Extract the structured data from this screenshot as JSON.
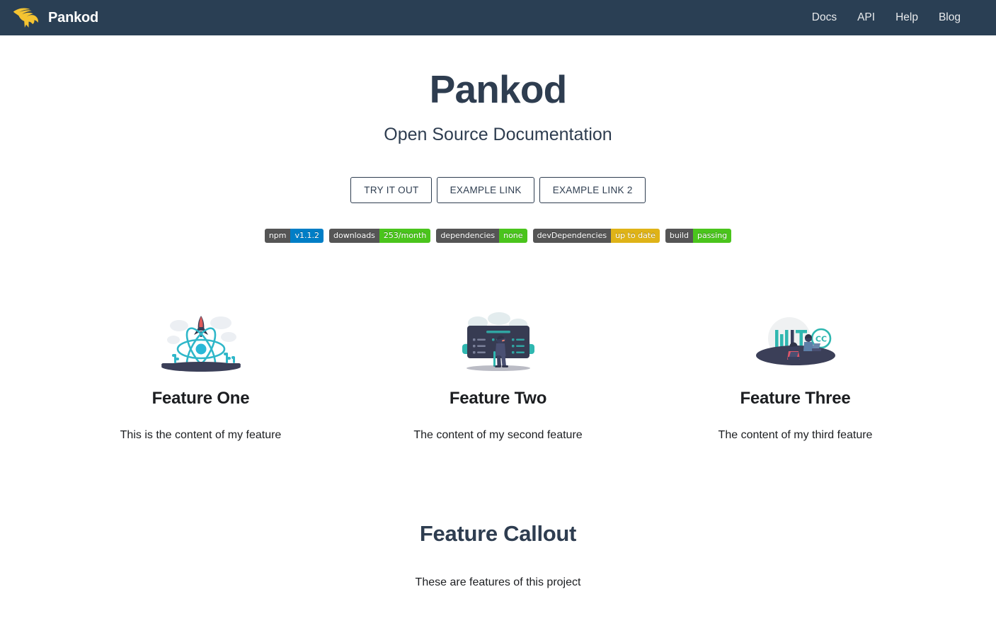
{
  "header": {
    "brand": "Pankod",
    "logo_icon": "gazelle-head-logo-icon",
    "brand_color": "#f5c431",
    "background_color": "#2a3f54",
    "links": [
      {
        "label": "Docs"
      },
      {
        "label": "API"
      },
      {
        "label": "Help"
      },
      {
        "label": "Blog"
      }
    ]
  },
  "hero": {
    "title": "Pankod",
    "subtitle": "Open Source Documentation",
    "buttons": [
      {
        "label": "TRY IT OUT"
      },
      {
        "label": "EXAMPLE LINK"
      },
      {
        "label": "EXAMPLE LINK 2"
      }
    ]
  },
  "badges": [
    {
      "label": "npm",
      "value": "v1.1.2",
      "label_color": "#555555",
      "value_color": "#007ec6"
    },
    {
      "label": "downloads",
      "value": "253/month",
      "label_color": "#555555",
      "value_color": "#4ac41c"
    },
    {
      "label": "dependencies",
      "value": "none",
      "label_color": "#555555",
      "value_color": "#4ac41c"
    },
    {
      "label": "devDependencies",
      "value": "up to date",
      "label_color": "#555555",
      "value_color": "#dfb317"
    },
    {
      "label": "build",
      "value": "passing",
      "label_color": "#555555",
      "value_color": "#4ac41c"
    }
  ],
  "features": [
    {
      "icon": "react-atom-rocket-icon",
      "title": "Feature One",
      "text": "This is the content of my feature"
    },
    {
      "icon": "person-at-dashboard-icon",
      "title": "Feature Two",
      "text": "The content of my second feature"
    },
    {
      "icon": "mit-creative-commons-license-icon",
      "title": "Feature Three",
      "text": "The content of my third feature"
    }
  ],
  "callout": {
    "title": "Feature Callout",
    "text": "These are features of this project"
  }
}
